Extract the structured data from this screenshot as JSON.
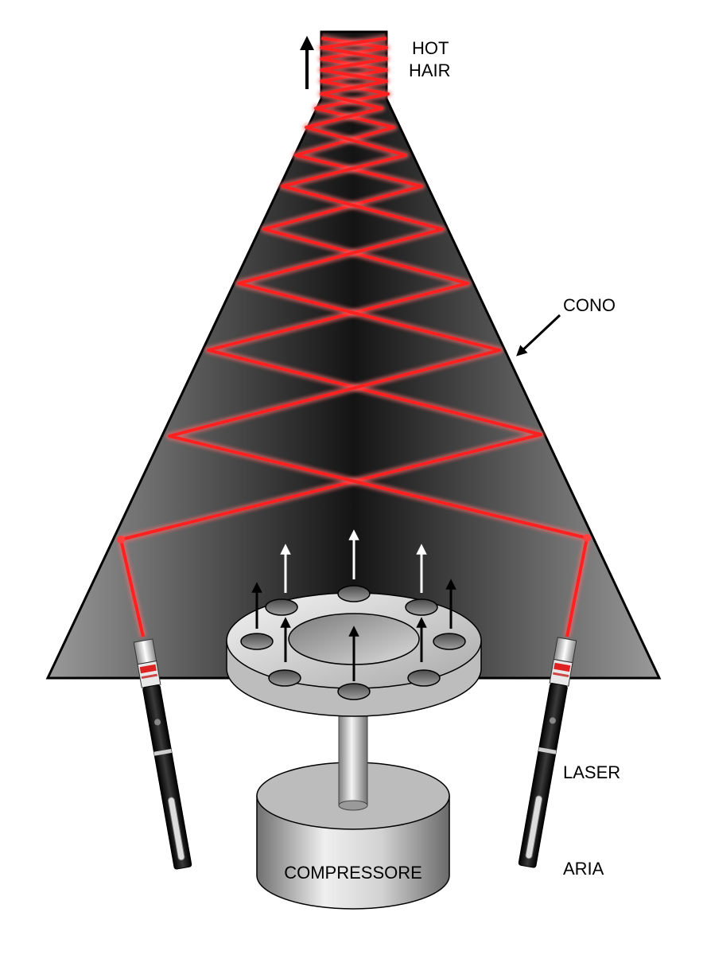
{
  "labels": {
    "hot_hair_line1": "HOT",
    "hot_hair_line2": "HAIR",
    "cone": "CONO",
    "laser": "LASER",
    "air": "ARIA",
    "compressor": "COMPRESSORE"
  },
  "colors": {
    "laser_beam": "#ff2020",
    "cone_dark": "#1e1e1e",
    "cone_light": "#8c8c8c",
    "metal_light": "#e6e6e6",
    "metal_dark": "#7a7a7a",
    "arrow_black": "#000000",
    "arrow_white": "#ffffff"
  },
  "icons": {
    "flow_up": "arrow-up-icon",
    "laser_pointer": "laser-pointer-icon",
    "callout": "arrow-callout-icon"
  }
}
